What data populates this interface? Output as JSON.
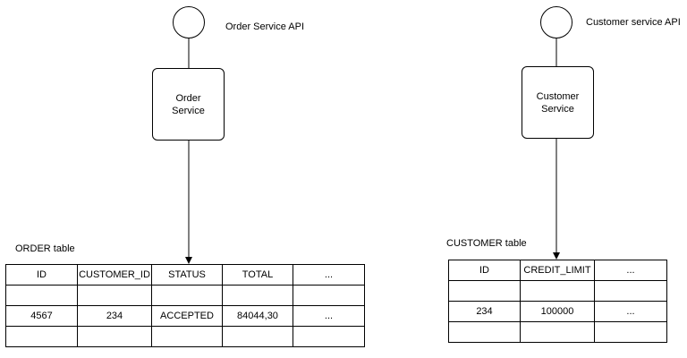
{
  "order": {
    "api_label": "Order Service API",
    "service_line1": "Order",
    "service_line2": "Service",
    "table_title": "ORDER table",
    "columns": [
      "ID",
      "CUSTOMER_ID",
      "STATUS",
      "TOTAL",
      "..."
    ],
    "rows": [
      [
        "",
        "",
        "",
        "",
        ""
      ],
      [
        "4567",
        "234",
        "ACCEPTED",
        "84044,30",
        "..."
      ],
      [
        "",
        "",
        "",
        "",
        ""
      ]
    ]
  },
  "customer": {
    "api_label": "Customer service API",
    "service_line1": "Customer",
    "service_line2": "Service",
    "table_title": "CUSTOMER table",
    "columns": [
      "ID",
      "CREDIT_LIMIT",
      "..."
    ],
    "rows": [
      [
        "",
        "",
        ""
      ],
      [
        "234",
        "100000",
        "..."
      ],
      [
        "",
        "",
        ""
      ]
    ]
  }
}
